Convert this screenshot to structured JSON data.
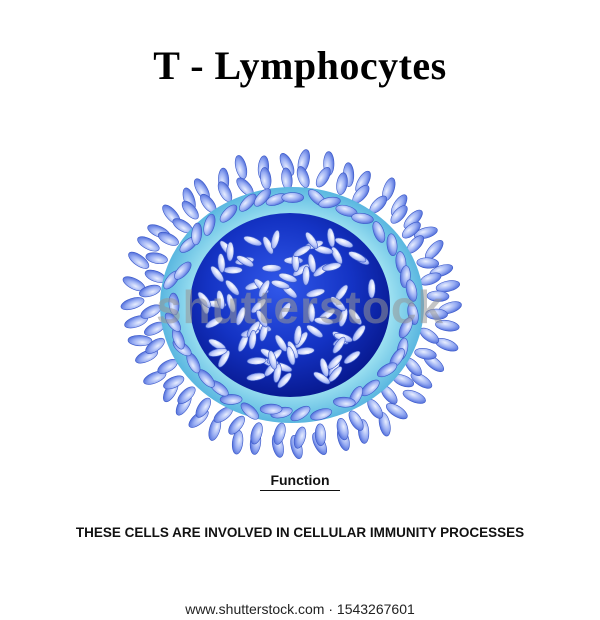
{
  "title": "T - Lymphocytes",
  "watermark": "shutterstock",
  "section_label": "Function",
  "description": "THESE CELLS ARE INVOLVED IN CELLULAR IMMUNITY PROCESSES",
  "credit": "www.shutterstock.com · 1543267601",
  "colors": {
    "nucleus_dark": "#0a1fa8",
    "nucleus_light": "#2f52e6",
    "cytoplasm": "#9fe4f2",
    "cytoplasm_edge": "#5ab7e0",
    "villi_fill": "#9ab0f5",
    "granule_fill": "#c9d4fb"
  }
}
